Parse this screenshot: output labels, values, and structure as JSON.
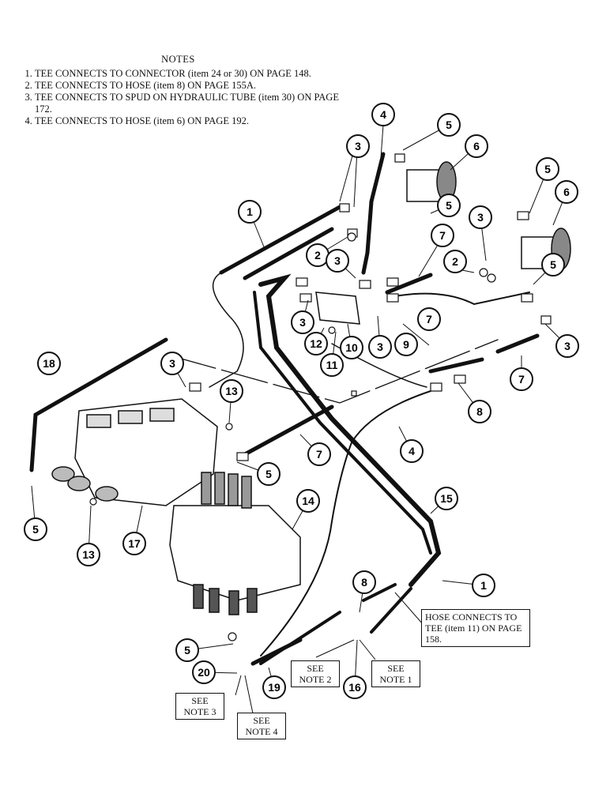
{
  "notes": {
    "title": "NOTES",
    "items": [
      "TEE CONNECTS TO CONNECTOR (item 24 or 30) ON PAGE 148.",
      "TEE CONNECTS TO HOSE (item 8) ON PAGE 155A.",
      "TEE CONNECTS TO SPUD ON HYDRAULIC TUBE (item 30) ON PAGE 172.",
      "TEE CONNECTS TO HOSE (item 6) ON PAGE 192."
    ]
  },
  "boxes": {
    "hose_tee": "HOSE CONNECTS TO TEE (item 11) ON PAGE 158.",
    "note1": "SEE NOTE 1",
    "note2": "SEE NOTE 2",
    "note3": "SEE NOTE 3",
    "note4": "SEE NOTE 4"
  },
  "callouts": [
    "1",
    "2",
    "3",
    "4",
    "5",
    "6",
    "7",
    "8",
    "9",
    "10",
    "11",
    "12",
    "13",
    "14",
    "15",
    "16",
    "17",
    "18",
    "19",
    "20"
  ]
}
